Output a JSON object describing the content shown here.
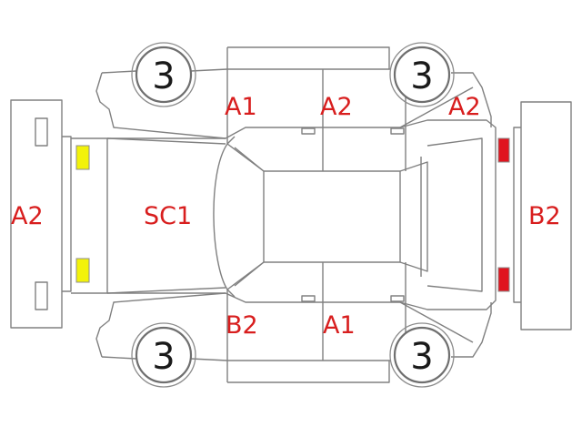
{
  "colors": {
    "outline": "#808080",
    "damage_code": "#d81e1e",
    "front_lamp": "#f2f20a",
    "rear_lamp": "#e0141e"
  },
  "wheels": {
    "front_left": "3",
    "rear_left": "3",
    "front_right": "3",
    "rear_right": "3"
  },
  "codes": {
    "front_bumper": "A2",
    "hood": "SC1",
    "left_front_door": "A1",
    "left_rear_door": "A2",
    "left_rear_quarter": "A2",
    "rear_bumper": "B2",
    "right_front_door": "B2",
    "right_rear_door": "A1"
  }
}
